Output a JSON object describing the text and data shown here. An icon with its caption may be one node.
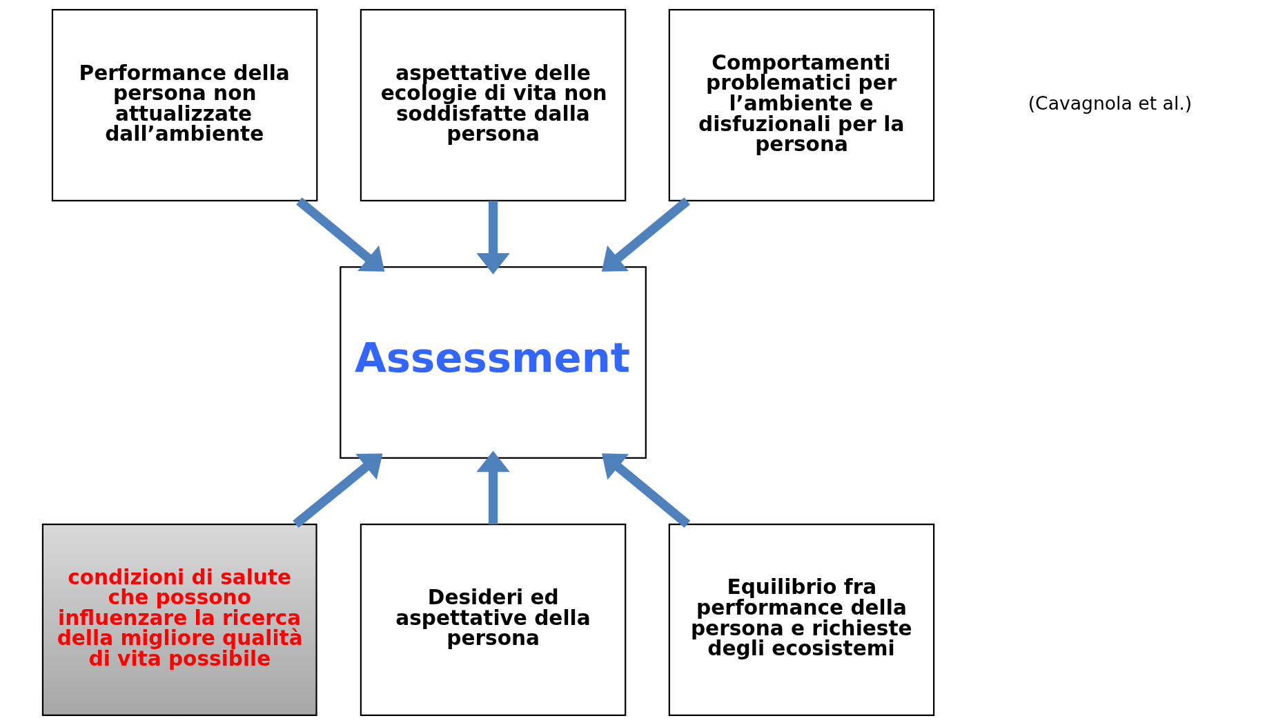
{
  "diagram": {
    "nodes": [
      {
        "text": [
          "Performance della persona non attualizzate dall’ambiente"
        ]
      },
      {
        "text": [
          "aspettative delle ecologie di vita non soddisfatte dalla persona"
        ]
      },
      {
        "text": [
          "Comportamenti problematici per l’ambiente e disfuzionali per la persona"
        ]
      },
      {
        "text": [
          "Assessment"
        ]
      },
      {
        "text": [
          "condizioni di salute che possono influenzare la ricerca della migliore qualità di vita possibile"
        ]
      },
      {
        "text": [
          "Desideri ed aspettative della persona"
        ]
      },
      {
        "text": [
          "Equilibrio fra performance della persona e richieste degli ecosistemi"
        ]
      }
    ],
    "edges": [
      {
        "from": 0,
        "to": 3,
        "arrow": "to",
        "color": "#4f81bd"
      },
      {
        "from": 1,
        "to": 3,
        "arrow": "to",
        "color": "#4f81bd"
      },
      {
        "from": 2,
        "to": 3,
        "arrow": "to",
        "color": "#4f81bd"
      },
      {
        "from": 4,
        "to": 3,
        "arrow": "to",
        "color": "#4f81bd"
      },
      {
        "from": 5,
        "to": 3,
        "arrow": "to",
        "color": "#4f81bd"
      },
      {
        "from": 6,
        "to": 3,
        "arrow": "to",
        "color": "#4f81bd"
      }
    ],
    "labels": [
      "(Cavagnola et al.)"
    ]
  }
}
